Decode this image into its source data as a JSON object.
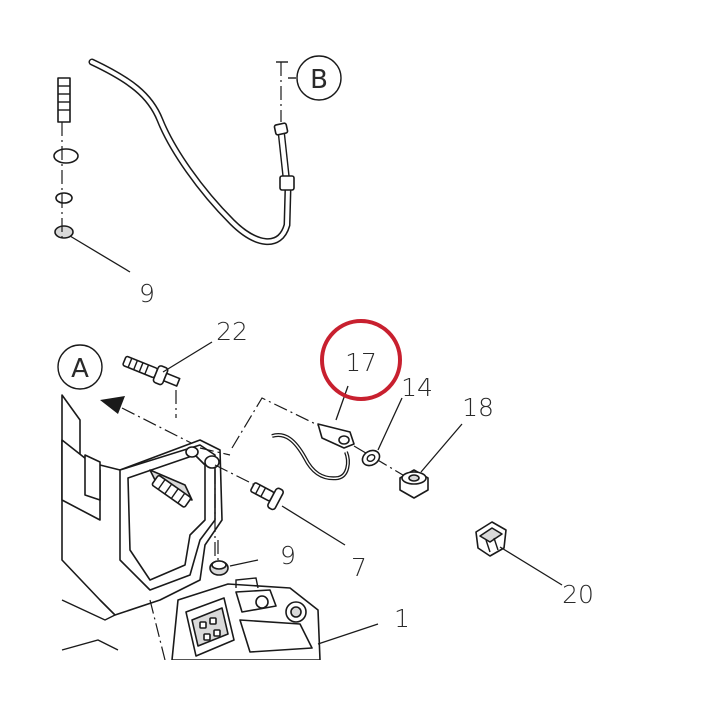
{
  "diagram": {
    "callouts": {
      "a": "A",
      "b": "B"
    },
    "part_labels": {
      "p9_top": "9",
      "p22": "22",
      "p17": "17",
      "p14": "14",
      "p18": "18",
      "p9_bottom": "9",
      "p7": "7",
      "p20": "20",
      "p1": "1"
    },
    "highlight": {
      "part": "17",
      "color": "#c8202f"
    }
  }
}
